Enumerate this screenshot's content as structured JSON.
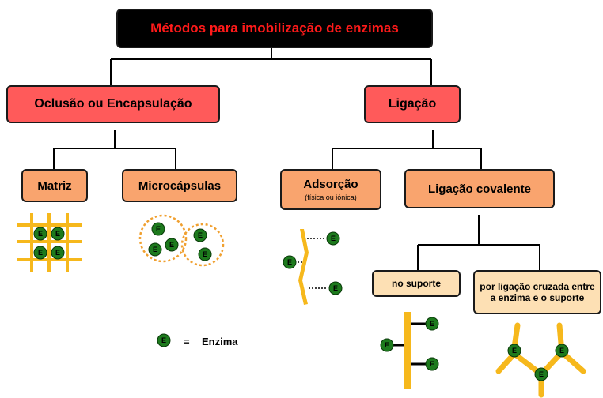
{
  "title": "Métodos para imobilização de enzimas",
  "categories": {
    "occlusion": "Oclusão ou Encapsulação",
    "binding": "Ligação"
  },
  "methods": {
    "matrix": "Matriz",
    "microcapsules": "Microcápsulas",
    "adsorption": "Adsorção",
    "adsorption_note": "(física ou iónica)",
    "covalent": "Ligação covalente"
  },
  "covalent_types": {
    "support": "no suporte",
    "crosslink": "por ligação cruzada entre a enzima e o suporte"
  },
  "enzyme_symbol": "E",
  "legend": {
    "equals": "=",
    "label": "Enzima"
  },
  "colors": {
    "enzyme": "#1d7a1d",
    "support": "#f6b81c",
    "connector": "#000000"
  }
}
